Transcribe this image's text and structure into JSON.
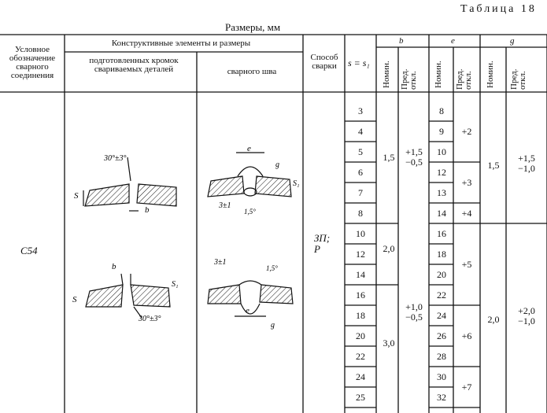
{
  "table_title": "Таблица 18",
  "sizes_label": "Размеры, мм",
  "headers": {
    "designation": "Условное обозначение сварного соединения",
    "elements": "Конструктивные элементы и размеры",
    "prepared": "подготовленных кромок свариваемых деталей",
    "weld": "сварного шва",
    "method": "Способ сварки",
    "s": "s = s₁",
    "b": "b",
    "e": "e",
    "g": "g",
    "nom": "Номин.",
    "dev": "Пред. откл."
  },
  "designation": "С54",
  "method": "ЗП; Р",
  "s_values": [
    "3",
    "4",
    "5",
    "6",
    "7",
    "8",
    "10",
    "12",
    "14",
    "16",
    "18",
    "20",
    "22",
    "24",
    "25"
  ],
  "b": {
    "groups": [
      {
        "nom": "1,5",
        "dev": "+1,5\n−0,5"
      },
      {
        "nom": "2,0",
        "dev": ""
      },
      {
        "nom": "3,0",
        "dev": "+1,0\n−0,5"
      }
    ]
  },
  "e": {
    "nom": [
      "8",
      "9",
      "10",
      "12",
      "13",
      "14",
      "16",
      "18",
      "20",
      "22",
      "24",
      "26",
      "28",
      "30",
      "32"
    ],
    "dev": [
      "+2",
      "+3",
      "+4",
      "+5",
      "+6",
      "+7"
    ]
  },
  "g": {
    "groups": [
      {
        "nom": "1,5",
        "dev": "+1,5\n−1,0"
      },
      {
        "nom": "2,0",
        "dev": "+2,0\n−1,0"
      }
    ]
  },
  "drawing_labels": {
    "angle1": "30°±3°",
    "angle2": "30°±3°",
    "s": "S",
    "s1": "S₁",
    "b": "b",
    "e": "e",
    "g": "g",
    "ratio": "3±1",
    "ratio2": "3±1",
    "angle_small": "1,5°",
    "angle_small2": "1,5°"
  }
}
